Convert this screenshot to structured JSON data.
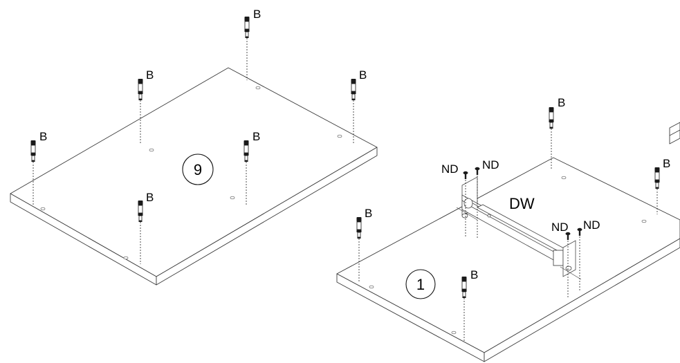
{
  "step_left": "9",
  "step_right": "1",
  "part_dowel": "B",
  "part_screw": "ND",
  "part_runner": "DW"
}
